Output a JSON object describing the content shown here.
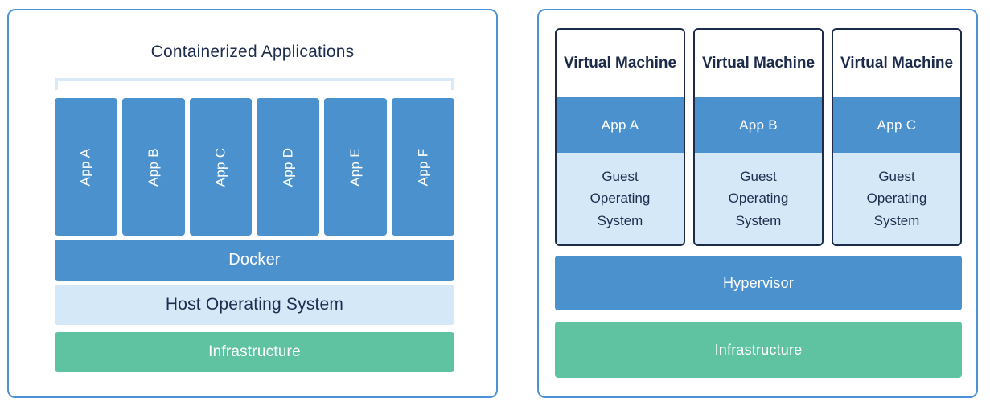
{
  "left_panel": {
    "title": "Containerized Applications",
    "apps": [
      "App A",
      "App B",
      "App C",
      "App D",
      "App E",
      "App F"
    ],
    "docker_label": "Docker",
    "host_os_label": "Host Operating System",
    "infrastructure_label": "Infrastructure"
  },
  "right_panel": {
    "vms": [
      {
        "title": "Virtual Machine",
        "app": "App A",
        "guest_os": "Guest Operating System"
      },
      {
        "title": "Virtual Machine",
        "app": "App B",
        "guest_os": "Guest Operating System"
      },
      {
        "title": "Virtual Machine",
        "app": "App C",
        "guest_os": "Guest Operating System"
      }
    ],
    "hypervisor_label": "Hypervisor",
    "infrastructure_label": "Infrastructure"
  },
  "colors": {
    "box_blue": "#4a91ce",
    "light_blue": "#d5e8f8",
    "green": "#5fc3a1",
    "navy": "#1d2b4a",
    "panel_border_blue": "#4a91d5",
    "bracket_blue": "#d9e9f7"
  }
}
